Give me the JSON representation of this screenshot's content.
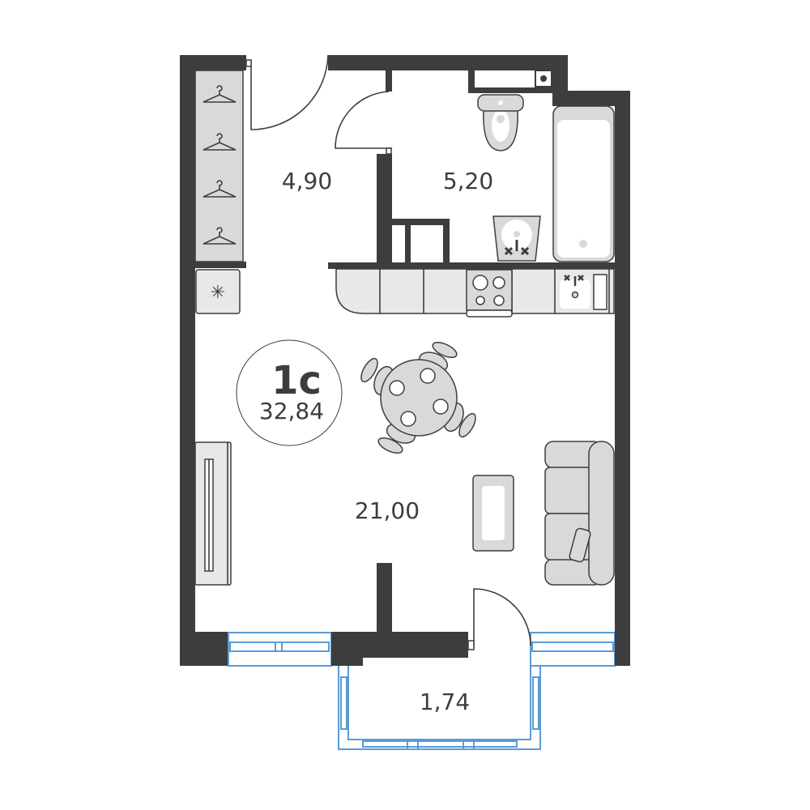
{
  "plan": {
    "apartment_type": "1с",
    "total_area": "32,84",
    "rooms": [
      {
        "name": "hallway",
        "area": "4,90"
      },
      {
        "name": "bathroom",
        "area": "5,20"
      },
      {
        "name": "living-room",
        "area": "21,00"
      },
      {
        "name": "balcony",
        "area": "1,74"
      }
    ]
  },
  "colors": {
    "wall": "#3d3d3d",
    "furniture": "#d9d9d9",
    "window": "#5b9bd5"
  }
}
